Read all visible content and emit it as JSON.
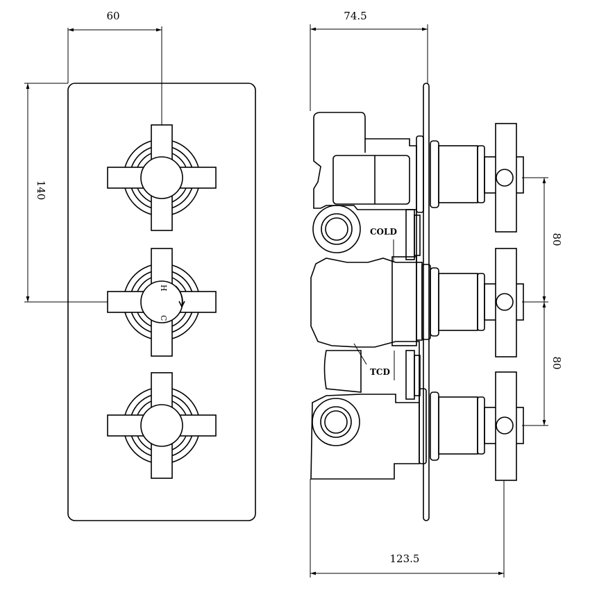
{
  "dimensions": {
    "front_width": "60",
    "front_height": "140",
    "side_depth": "74.5",
    "overall_depth": "123.5",
    "spacing_upper": "80",
    "spacing_lower": "80"
  },
  "labels": {
    "cold": "COLD",
    "tcd": "TCD",
    "hot_mark": "H",
    "cold_mark": "C"
  },
  "colors": {
    "line": "#000000",
    "background": "#ffffff"
  }
}
